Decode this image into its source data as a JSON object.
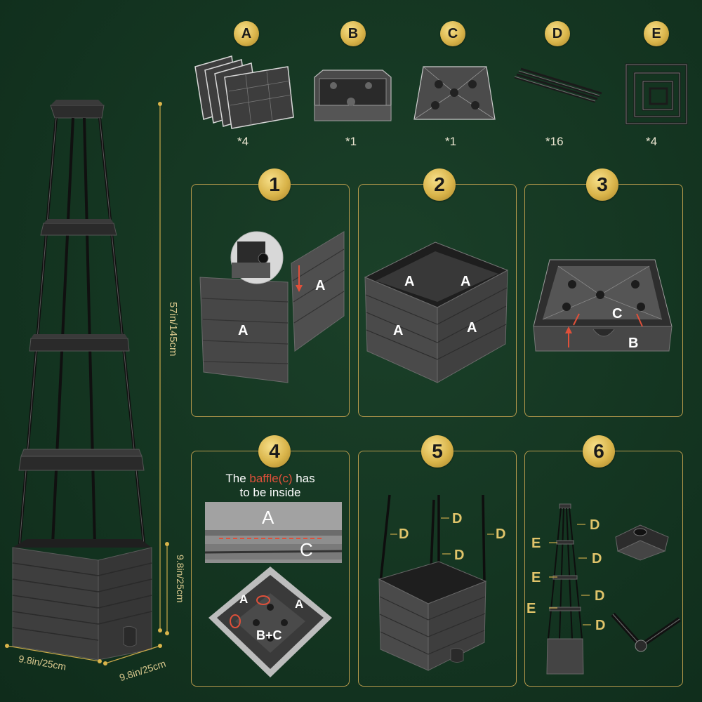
{
  "parts": [
    {
      "letter": "A",
      "qty": "*4"
    },
    {
      "letter": "B",
      "qty": "*1"
    },
    {
      "letter": "C",
      "qty": "*1"
    },
    {
      "letter": "D",
      "qty": "*16"
    },
    {
      "letter": "E",
      "qty": "*4"
    }
  ],
  "dimensions": {
    "height": "57in/145cm",
    "box_height": "9.8in/25cm",
    "width": "9.8in/25cm",
    "depth": "9.8in/25cm"
  },
  "steps": [
    {
      "number": "1",
      "labels": [
        "A",
        "A"
      ]
    },
    {
      "number": "2",
      "labels": [
        "A",
        "A",
        "A",
        "A"
      ]
    },
    {
      "number": "3",
      "labels": [
        "C",
        "B"
      ]
    },
    {
      "number": "4",
      "note_prefix": "The ",
      "note_highlight": "baffle(c)",
      "note_suffix": " has",
      "note_line2": "to be inside",
      "labels": [
        "A",
        "C",
        "A",
        "A",
        "B+C"
      ]
    },
    {
      "number": "5",
      "labels": [
        "D",
        "D",
        "D",
        "D"
      ]
    },
    {
      "number": "6",
      "labels_d": [
        "D",
        "D",
        "D",
        "D"
      ],
      "labels_e": [
        "E",
        "E",
        "E"
      ]
    }
  ],
  "colors": {
    "background": "#133420",
    "gold": "#d9b44a",
    "highlight_red": "#e0503a",
    "plastic": "#3c3c3c"
  }
}
